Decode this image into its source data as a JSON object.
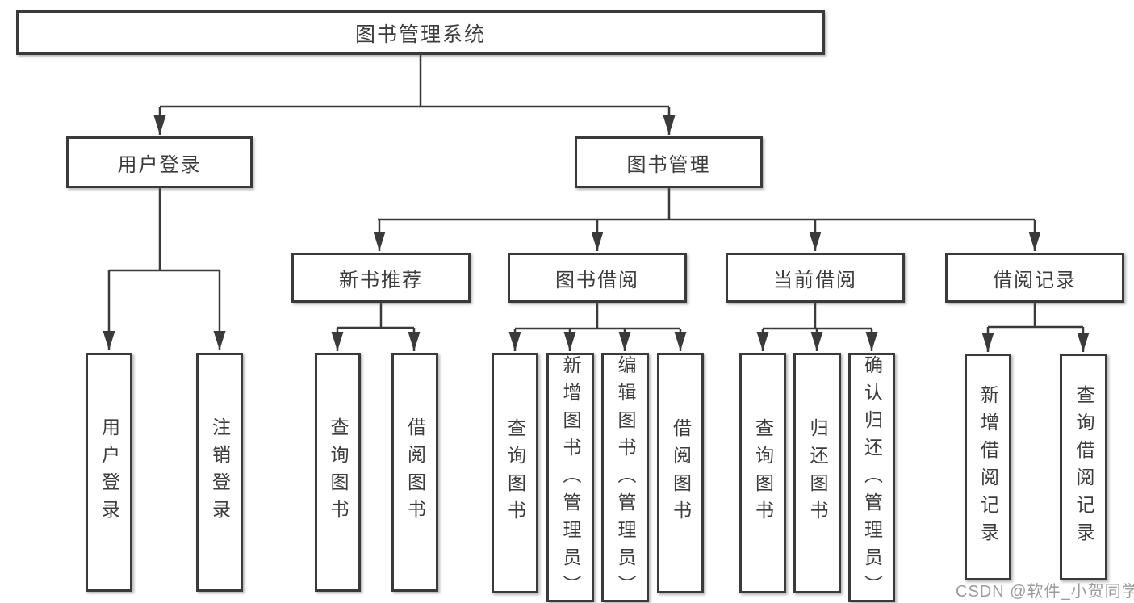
{
  "watermark": {
    "text": "CSDN @软件_小贺同学"
  },
  "colors": {
    "line": "#3a3a3a",
    "text": "#3c3c3c",
    "box_background": "#ffffff",
    "watermark": "#9c9c9c"
  },
  "tree": {
    "root": {
      "label": "图书管理系统",
      "children": [
        {
          "label": "用户登录",
          "children": [
            {
              "label": "用户登录"
            },
            {
              "label": "注销登录"
            }
          ]
        },
        {
          "label": "图书管理",
          "children": [
            {
              "label": "新书推荐",
              "children": [
                {
                  "label": "查询图书"
                },
                {
                  "label": "借阅图书"
                }
              ]
            },
            {
              "label": "图书借阅",
              "children": [
                {
                  "label": "查询图书"
                },
                {
                  "label": "新增图书（管理员）"
                },
                {
                  "label": "编辑图书（管理员）"
                },
                {
                  "label": "借阅图书"
                }
              ]
            },
            {
              "label": "当前借阅",
              "children": [
                {
                  "label": "查询图书"
                },
                {
                  "label": "归还图书"
                },
                {
                  "label": "确认归还（管理员）"
                }
              ]
            },
            {
              "label": "借阅记录",
              "children": [
                {
                  "label": "新增借阅记录"
                },
                {
                  "label": "查询借阅记录"
                }
              ]
            }
          ]
        }
      ]
    }
  }
}
